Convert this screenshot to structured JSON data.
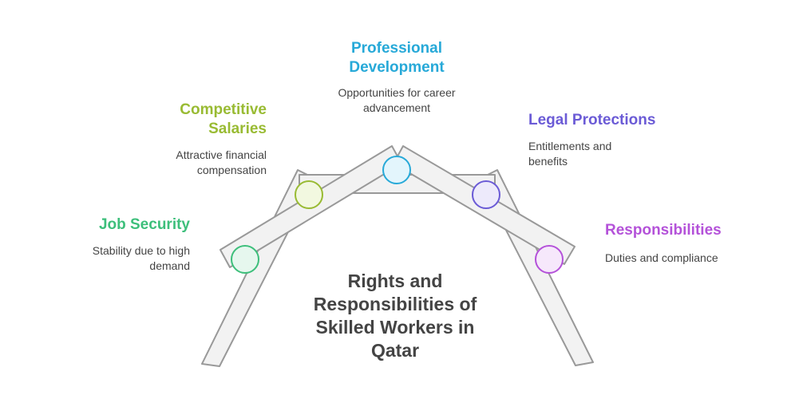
{
  "title": "Rights and Responsibilities of Skilled Workers in Qatar",
  "items": [
    {
      "label": "Job Security",
      "description": "Stability due to high demand",
      "color": "#3dbf7b",
      "fill": "#e6f7ee"
    },
    {
      "label": "Competitive Salaries",
      "description": "Attractive financial compensation",
      "color": "#99bb33",
      "fill": "#f2f8e0"
    },
    {
      "label": "Professional Development",
      "description": "Opportunities for career advancement",
      "color": "#27a9d8",
      "fill": "#e3f5fc"
    },
    {
      "label": "Legal Protections",
      "description": "Entitlements and benefits",
      "color": "#6b5bd6",
      "fill": "#edeafb"
    },
    {
      "label": "Responsibilities",
      "description": "Duties and compliance",
      "color": "#b452d9",
      "fill": "#f6e8fb"
    }
  ]
}
